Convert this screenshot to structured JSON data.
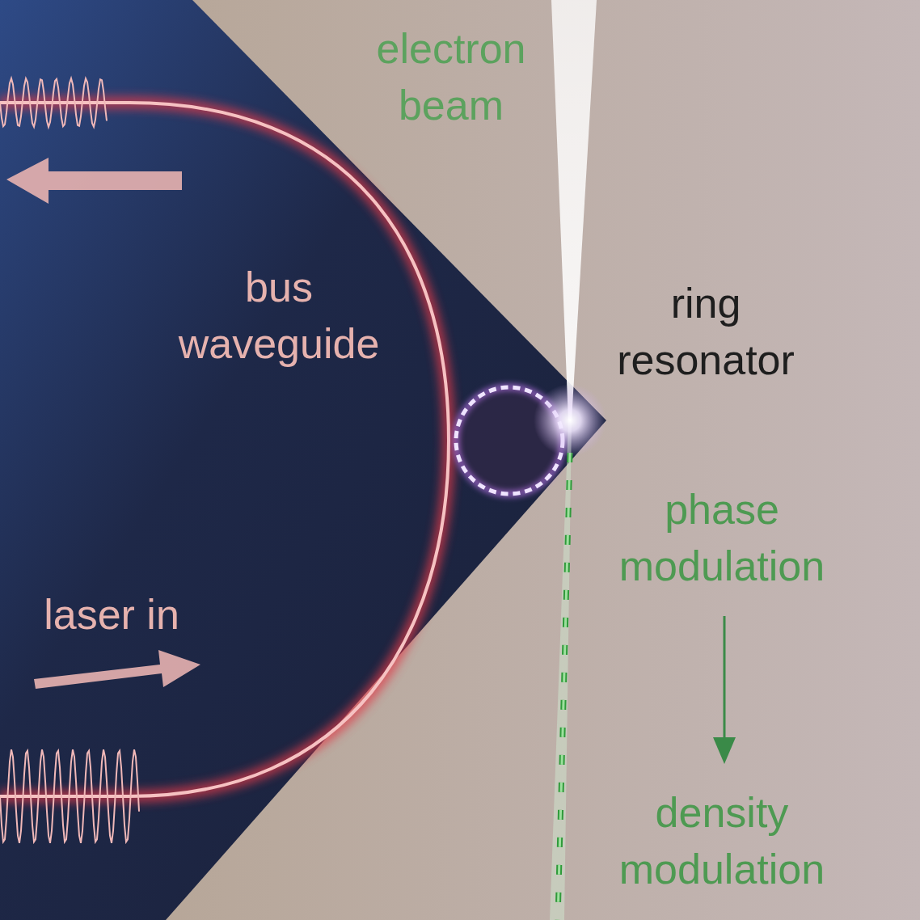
{
  "diagram": {
    "labels": [
      "electron beam",
      "bus waveguide",
      "ring resonator",
      "phase modulation",
      "density modulation",
      "laser in"
    ]
  }
}
